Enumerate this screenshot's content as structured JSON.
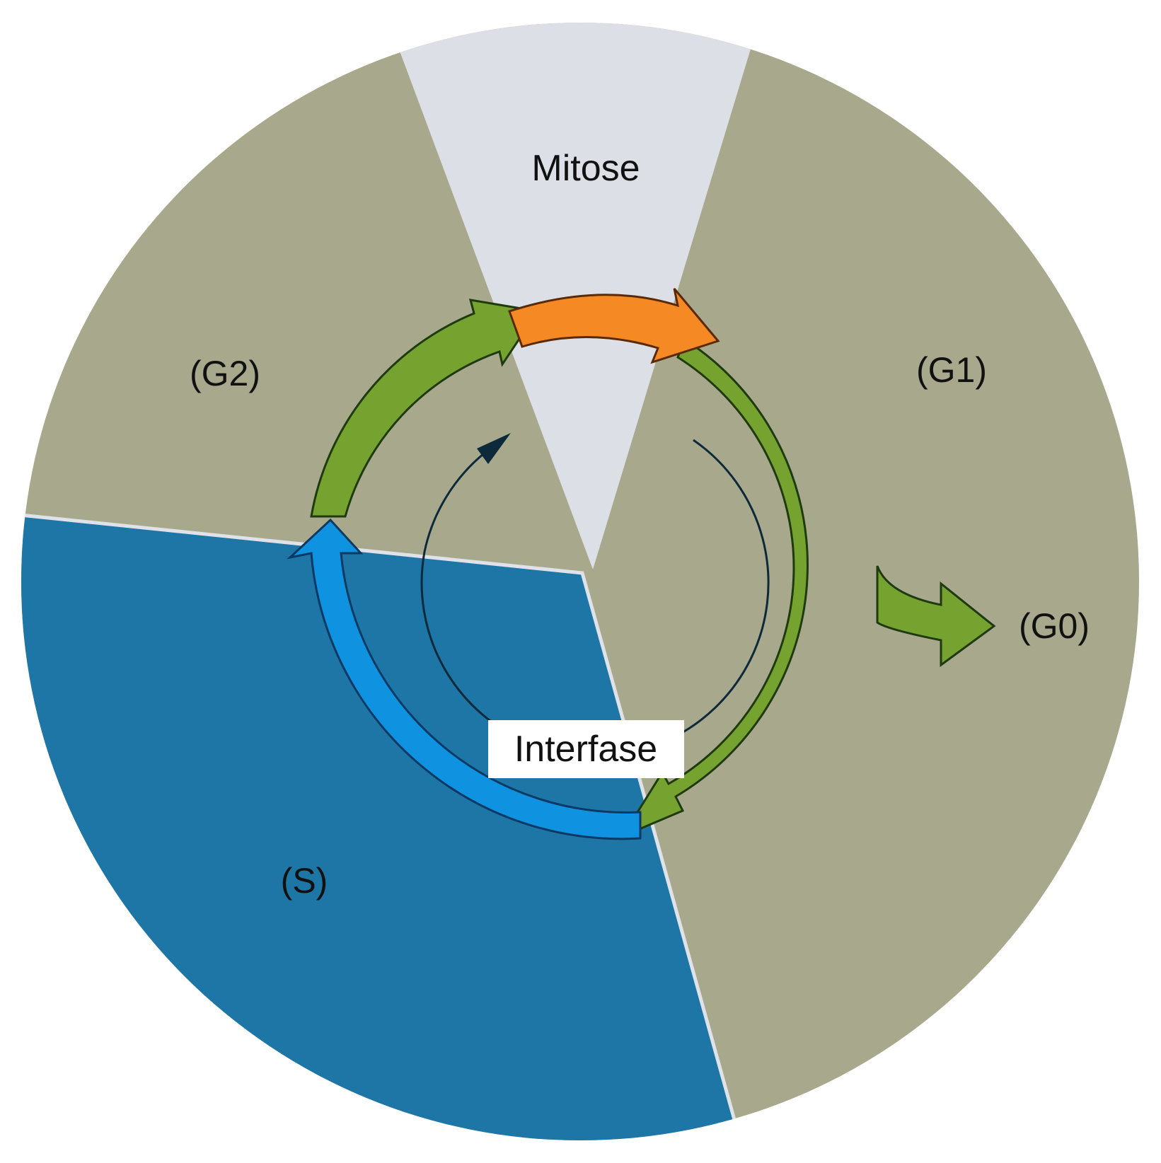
{
  "labels": {
    "mitose": "Mitose",
    "g1": "(G1)",
    "g2": "(G2)",
    "s": "(S)",
    "g0": "(G0)",
    "interfase": "Interfase"
  },
  "colors": {
    "g_phase": "#a8a88c",
    "mitose_sector": "#dcdfe5",
    "s_phase": "#1d76a6",
    "green_arrow": "#76a230",
    "orange_arrow": "#f58a25",
    "blue_arrow": "#0f92e0",
    "label_box": "#ffffff",
    "outline": "#0d2a3a"
  }
}
